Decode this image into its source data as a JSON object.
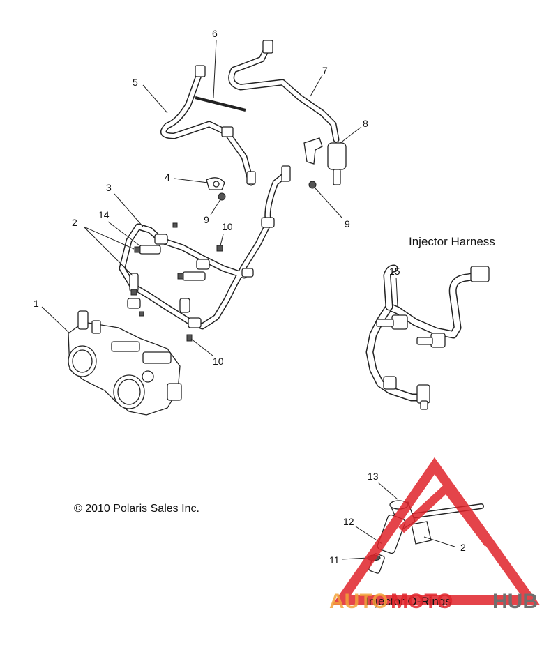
{
  "callouts": {
    "c1": "1",
    "c2a": "2",
    "c2b": "2",
    "c3": "3",
    "c4": "4",
    "c5": "5",
    "c6": "6",
    "c7": "7",
    "c8": "8",
    "c9a": "9",
    "c9b": "9",
    "c10a": "10",
    "c10b": "10",
    "c11": "11",
    "c12": "12",
    "c13": "13",
    "c14": "14",
    "c15": "15"
  },
  "captions": {
    "injector_harness": "Injector Harness",
    "injector_orings": "Injector O-Rings",
    "copyright": "© 2010 Polaris Sales Inc."
  },
  "watermark": {
    "part1": "AUTO",
    "part2": "MOTO",
    "part3": "HUB",
    "color_red": "#e0242b",
    "color_orange": "#f2a23a",
    "color_gray": "#6f6f6f"
  }
}
